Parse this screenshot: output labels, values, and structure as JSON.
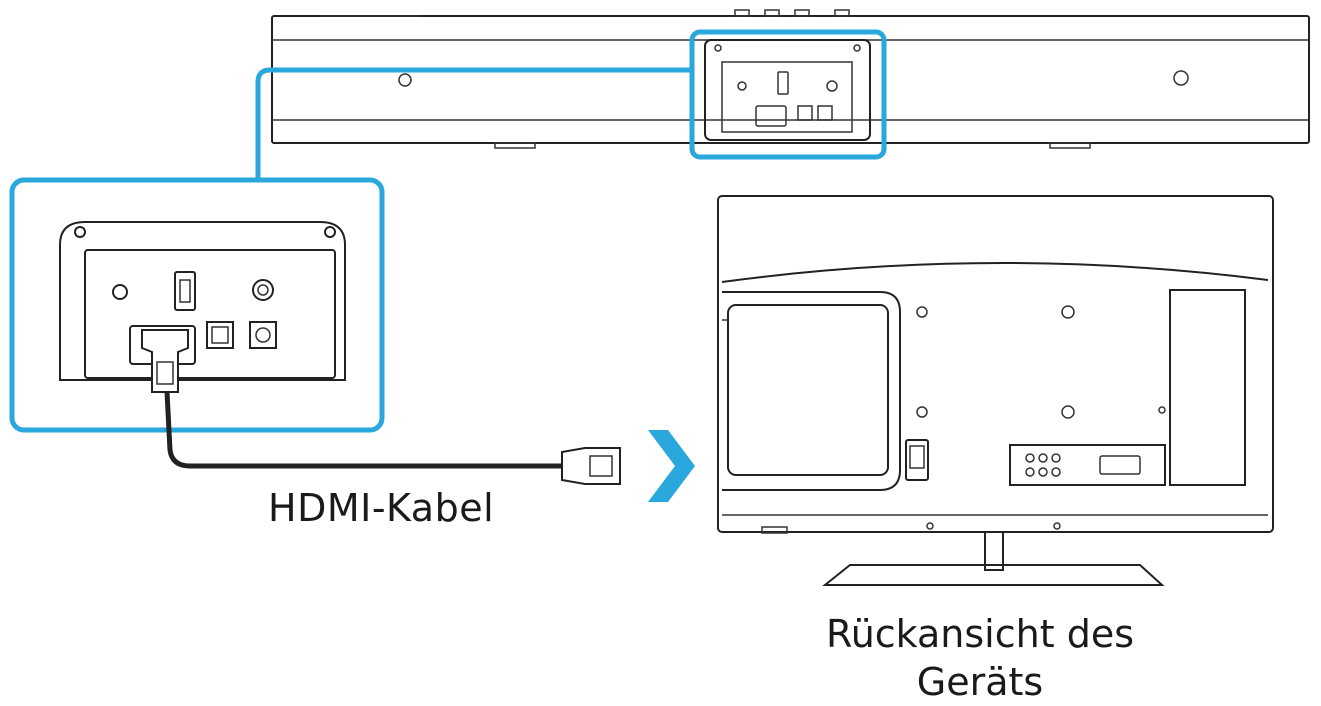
{
  "labels": {
    "cable": "HDMI-Kabel",
    "tv_line1": "Rückansicht des",
    "tv_line2": "Geräts"
  },
  "colors": {
    "highlight": "#2aa7dc",
    "line": "#222222"
  },
  "icons": {
    "arrow": "chevron-right-icon"
  }
}
